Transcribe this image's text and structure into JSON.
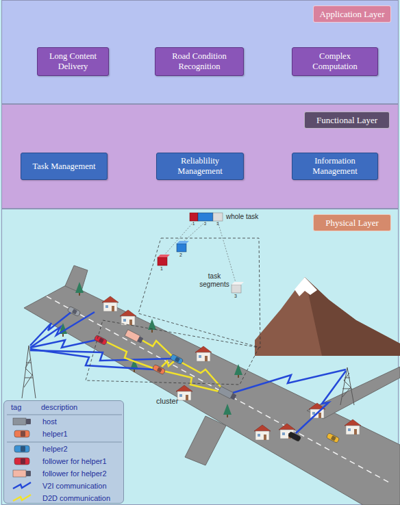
{
  "diagram": {
    "nodes": [
      {
        "text": [
          "Application Layer"
        ]
      },
      {
        "text": [
          "Long Content Delivery"
        ],
        "in": 0
      },
      {
        "text": [
          "Road Condition Recognition"
        ],
        "in": 0
      },
      {
        "text": [
          "Complex Computation"
        ],
        "in": 0
      },
      {
        "text": [
          "Functional Layer"
        ]
      },
      {
        "text": [
          "Task Management"
        ],
        "in": 4
      },
      {
        "text": [
          "Reliablility Management"
        ],
        "in": 4
      },
      {
        "text": [
          "Information Management"
        ],
        "in": 4
      },
      {
        "text": [
          "Physical Layer"
        ]
      }
    ],
    "labels": [
      "whole task",
      "1",
      "2",
      "3",
      "2",
      "1",
      "3",
      "task segments",
      "cluster",
      "tag",
      "description"
    ],
    "legend": [
      {
        "text": "host"
      },
      {
        "text": "helper1"
      },
      {
        "text": "helper2"
      },
      {
        "text": "follower for helper1"
      },
      {
        "text": "follower for helper2"
      },
      {
        "text": "V2I communication"
      },
      {
        "text": "D2D communication"
      }
    ]
  }
}
